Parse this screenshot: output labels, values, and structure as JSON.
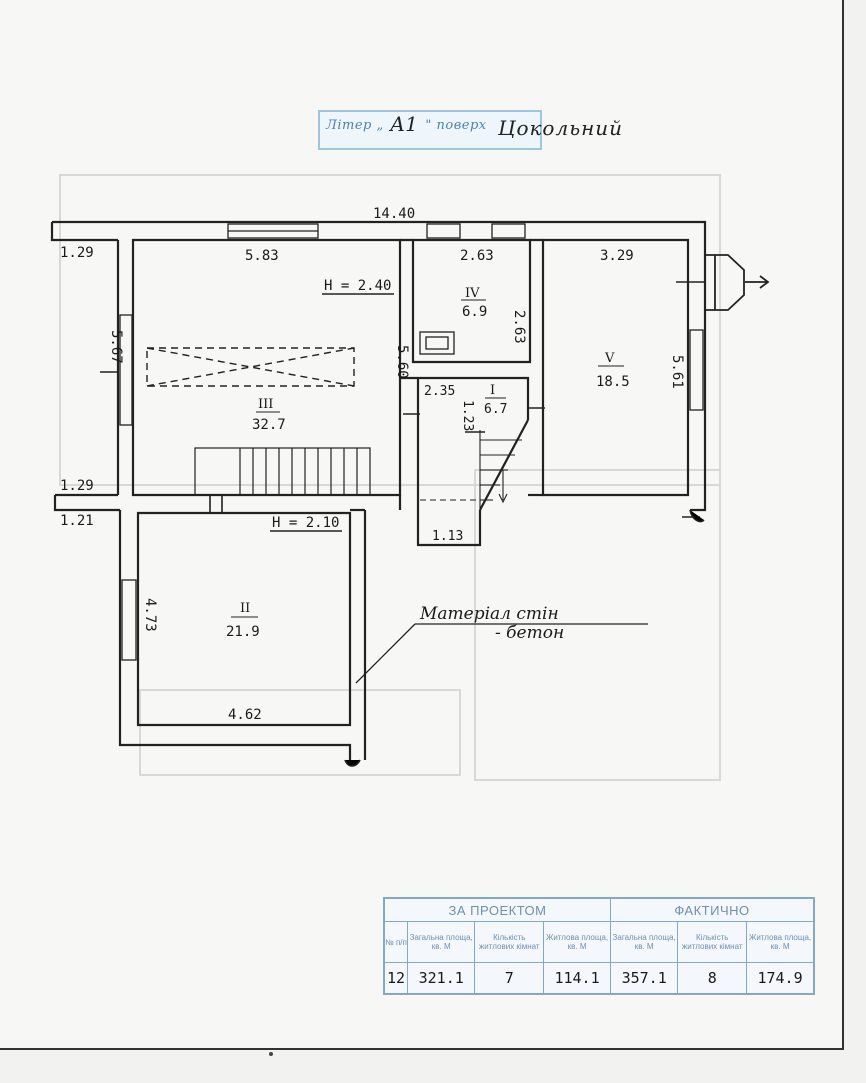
{
  "stamp": {
    "label": "Літер „ А 1 ” поверх",
    "litera": "А1",
    "floor": "Цокольний"
  },
  "plan": {
    "overall_width": "14.40",
    "height_labels": [
      "H = 2.40",
      "H = 2.10"
    ],
    "rooms": [
      {
        "number": "I",
        "area": "6.7"
      },
      {
        "number": "II",
        "area": "21.9"
      },
      {
        "number": "III",
        "area": "32.7"
      },
      {
        "number": "IV",
        "area": "6.9"
      },
      {
        "number": "V",
        "area": "18.5"
      }
    ],
    "dimensions": {
      "r3_top": "5.83",
      "r3_left": "5.67",
      "r3_right": "5.60",
      "r4_top": "2.63",
      "r4_right": "2.63",
      "r5_top": "3.29",
      "r5_right": "5.61",
      "r1_top": "2.35",
      "r1_side": "1.23",
      "r1_bottom": "1.13",
      "r2_left": "4.73",
      "r2_bottom": "4.62",
      "wall_a": "1.29",
      "wall_b": "1.29",
      "wall_c": "1.21"
    },
    "note_line1": "Матеріал стін",
    "note_line2": "- бетон"
  },
  "summary": {
    "group_project": "ЗА ПРОЕКТОМ",
    "group_actual": "ФАКТИЧНО",
    "col_num": "№ п/п",
    "col_total": "Загальна площа, кв. М",
    "col_rooms": "Кількість житлових кімнат",
    "col_living": "Житлова площа, кв. М",
    "row": {
      "num": "12",
      "project_total": "321.1",
      "project_rooms": "7",
      "project_living": "114.1",
      "actual_total": "357.1",
      "actual_rooms": "8",
      "actual_living": "174.9"
    }
  }
}
